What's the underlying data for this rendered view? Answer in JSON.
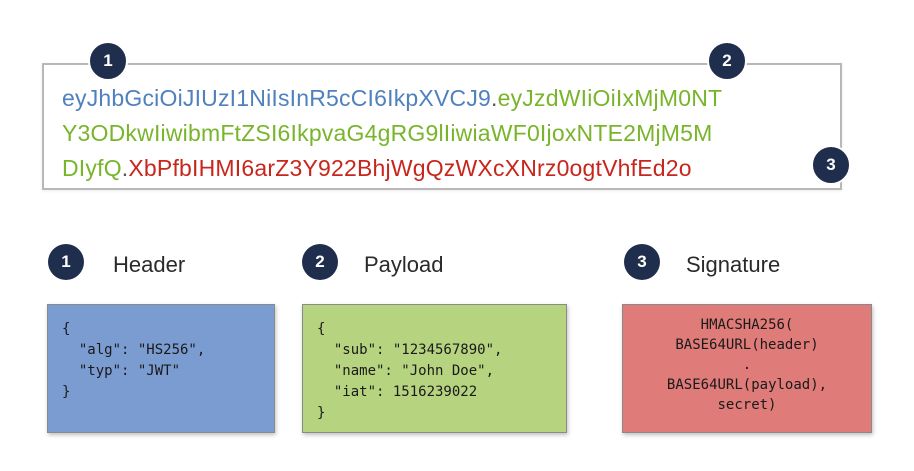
{
  "token": {
    "line1_header": "eyJhbGciOiJIUzI1NiIsInR5cCI6IkpXVCJ9",
    "line1_dot": ".",
    "line1_payload": "eyJzdWIiOiIxMjM0NT",
    "line2_payload": "Y3ODkwIiwibmFtZSI6IkpvaG4gRG9lIiwiaWF0IjoxNTE2MjM5M",
    "line3_payload": "DIyfQ",
    "line3_dot": ".",
    "line3_signature": "XbPfbIHMI6arZ3Y922BhjWgQzWXcXNrz0ogtVhfEd2o"
  },
  "badges": {
    "one": "1",
    "two": "2",
    "three": "3"
  },
  "sections": {
    "header": {
      "number": "1",
      "label": "Header"
    },
    "payload": {
      "number": "2",
      "label": "Payload"
    },
    "signature": {
      "number": "3",
      "label": "Signature"
    }
  },
  "header_code": [
    "{",
    "  \"alg\": \"HS256\",",
    "  \"typ\": \"JWT\"",
    "}"
  ],
  "payload_code": [
    "{",
    "  \"sub\": \"1234567890\",",
    "  \"name\": \"John Doe\",",
    "  \"iat\": 1516239022",
    "}"
  ],
  "signature_code": [
    "HMACSHA256(",
    "BASE64URL(header)",
    ".",
    "BASE64URL(payload),",
    "secret)"
  ],
  "colors": {
    "header": "#4f81bd",
    "payload": "#78b52b",
    "signature": "#c8261c",
    "badge": "#1f2e4d"
  }
}
